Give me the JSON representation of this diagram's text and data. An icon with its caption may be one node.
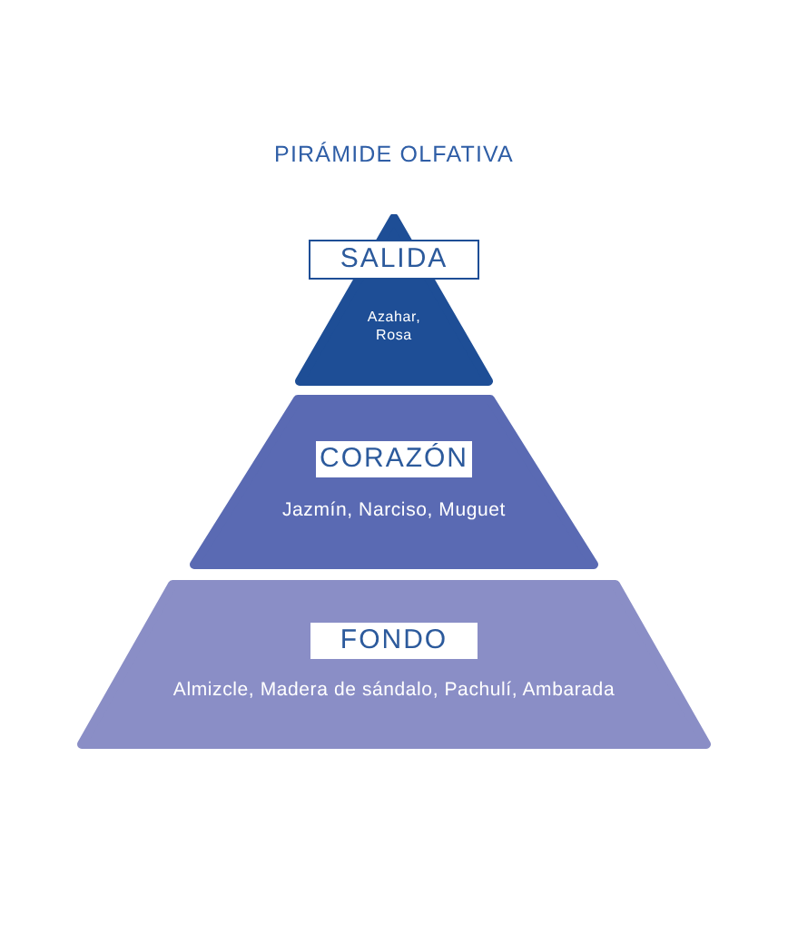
{
  "diagram": {
    "title": "PIRÁMIDE OLFATIVA",
    "nodes": [
      {
        "text": [
          "SALIDA",
          "Azahar, Rosa"
        ]
      },
      {
        "text": [
          "CORAZÓN",
          "Jazmín, Narciso, Muguet"
        ]
      },
      {
        "text": [
          "FONDO",
          "Almizcle, Madera de sándalo, Pachulí, Ambarada"
        ]
      }
    ]
  }
}
